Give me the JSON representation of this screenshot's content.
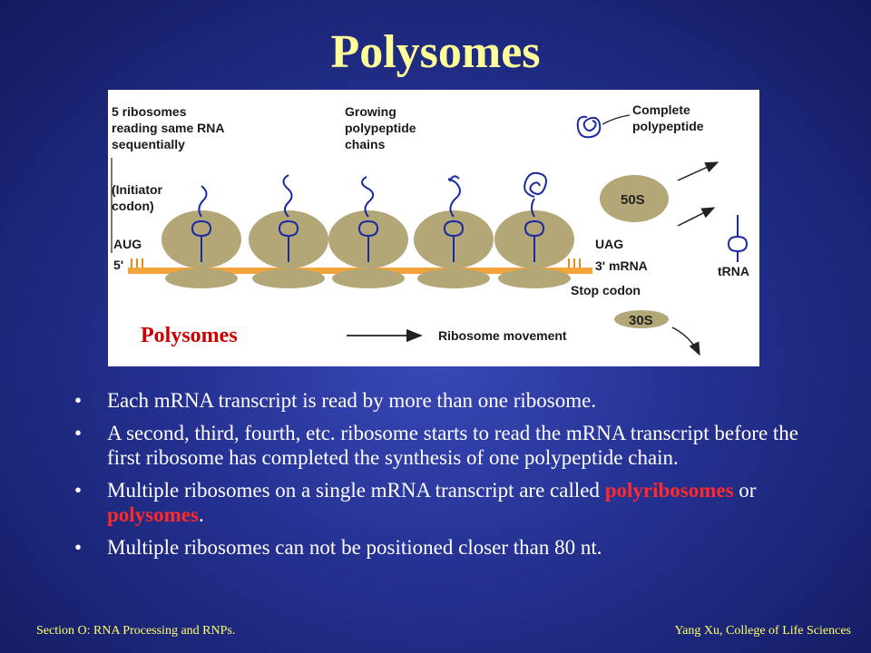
{
  "title": "Polysomes",
  "diagram": {
    "labels": {
      "ribosomes_line1": "5 ribosomes",
      "ribosomes_line2": "reading same RNA",
      "ribosomes_line3": "sequentially",
      "growing_line1": "Growing",
      "growing_line2": "polypeptide",
      "growing_line3": "chains",
      "complete_line1": "Complete",
      "complete_line2": "polypeptide",
      "initiator_line1": "(Initiator",
      "initiator_line2": "codon)",
      "aug": "AUG",
      "five_prime": "5'",
      "uag": "UAG",
      "three_prime_mrna": "3' mRNA",
      "stop_codon": "Stop codon",
      "trna": "tRNA",
      "subunit_50s": "50S",
      "subunit_30s": "30S",
      "ribosome_movement": "Ribosome movement",
      "polysomes": "Polysomes"
    }
  },
  "bullets": {
    "b1": "Each  mRNA  transcript  is  read by more than one ribosome.",
    "b2": "A second, third, fourth, etc. ribosome starts to read the mRNA transcript before the first ribosome has completed the synthesis of one polypeptide chain.",
    "b3_prefix": "Multiple ribosomes on a single mRNA transcript are called ",
    "b3_term1": "polyribosomes",
    "b3_mid": " or ",
    "b3_term2": "polysomes",
    "b3_suffix": ".",
    "b4": "Multiple ribosomes can not be positioned closer than 80 nt."
  },
  "footer": {
    "left": "Section O: RNA Processing and RNPs.",
    "right": "Yang Xu, College of Life Sciences"
  },
  "colors": {
    "title": "#ffff99",
    "footer": "#ffff66",
    "highlight": "#ff2a2a",
    "ribosome": "#b3a778",
    "mrna": "#f2a33a"
  }
}
